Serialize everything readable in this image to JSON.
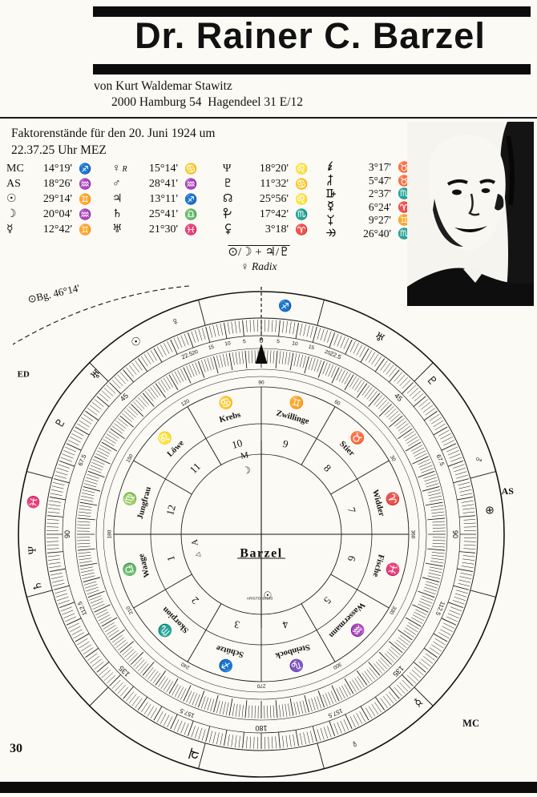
{
  "header": {
    "title": "Dr. Rainer C. Barzel",
    "byline": "von Kurt Waldemar Stawitz",
    "address": "2000 Hamburg 54  Hagendeel 31 E/12"
  },
  "info": {
    "line1": "Faktorenstände für den 20. Juni 1924 um",
    "line2": "22.37.25 Uhr MEZ"
  },
  "factors": {
    "columns": [
      [
        {
          "label": "MC",
          "value": "14°19'",
          "sign": "♐"
        },
        {
          "label": "AS",
          "value": "18°26'",
          "sign": "♒"
        },
        {
          "label": "☉",
          "value": "29°14'",
          "sign": "♊"
        },
        {
          "label": "☽",
          "value": "20°04'",
          "sign": "♒"
        },
        {
          "label": "☿",
          "value": "12°42'",
          "sign": "♊"
        }
      ],
      [
        {
          "label": "♀",
          "suffix": "R",
          "value": "15°14'",
          "sign": "♋"
        },
        {
          "label": "♂",
          "value": "28°41'",
          "sign": "♒"
        },
        {
          "label": "♃",
          "value": "13°11'",
          "sign": "♐"
        },
        {
          "label": "♄",
          "value": "25°41'",
          "sign": "♎"
        },
        {
          "label": "♅",
          "value": "21°30'",
          "sign": "♓"
        }
      ],
      [
        {
          "label": "Ψ",
          "value": "18°20'",
          "sign": "♌"
        },
        {
          "label": "♇",
          "value": "11°32'",
          "sign": "♋"
        },
        {
          "label": "☊",
          "value": "25°56'",
          "sign": "♌"
        },
        {
          "glyph": "cupido",
          "name": "Cupido",
          "value": "17°42'",
          "sign": "♏"
        },
        {
          "glyph": "hades",
          "name": "Hades",
          "value": "3°18'",
          "sign": "♈"
        }
      ],
      [
        {
          "glyph": "zeus",
          "name": "Zeus",
          "value": "3°17'",
          "sign": "♉"
        },
        {
          "glyph": "kronos",
          "name": "Kronos",
          "value": "5°47'",
          "sign": "♉"
        },
        {
          "glyph": "apollon",
          "name": "Apollon",
          "value": "2°37'",
          "sign": "♏"
        },
        {
          "glyph": "admetos",
          "name": "Admetos",
          "value": "6°24'",
          "sign": "♈"
        },
        {
          "glyph": "vulkanus",
          "name": "Vulkanus",
          "value": "9°27'",
          "sign": "♊"
        },
        {
          "glyph": "poseidon",
          "name": "Poseidon",
          "value": "26°40'",
          "sign": "♏"
        }
      ]
    ]
  },
  "annotations": {
    "formula": "⊙/☽ + ♃/♇",
    "radix_glyph": "♀",
    "radix_label": "Radix",
    "solar_arc": "⊙Bg. 46°14'"
  },
  "wheel": {
    "center_label": "Barzel",
    "maker_label": "ARISTO 30183",
    "signs": [
      {
        "name": "Krebs",
        "glyph": "♋",
        "a": 345
      },
      {
        "name": "Zwillinge",
        "glyph": "♊",
        "a": 15
      },
      {
        "name": "Stier",
        "glyph": "♉",
        "a": 45
      },
      {
        "name": "Widder",
        "glyph": "♈",
        "a": 75
      },
      {
        "name": "Fische",
        "glyph": "♓",
        "a": 105
      },
      {
        "name": "Wassermann",
        "glyph": "♒",
        "a": 135
      },
      {
        "name": "Steinbock",
        "glyph": "♑",
        "a": 165
      },
      {
        "name": "Schütze",
        "glyph": "♐",
        "a": 195
      },
      {
        "name": "Skorpion",
        "glyph": "♏",
        "a": 225
      },
      {
        "name": "Waage",
        "glyph": "♎",
        "a": 255
      },
      {
        "name": "Jungfrau",
        "glyph": "♍",
        "a": 285
      },
      {
        "name": "Löwe",
        "glyph": "♌",
        "a": 315
      }
    ],
    "houses": [
      {
        "t": "10",
        "a": 345
      },
      {
        "t": "9",
        "a": 15
      },
      {
        "t": "8",
        "a": 45
      },
      {
        "t": "7",
        "a": 75
      },
      {
        "t": "6",
        "a": 105
      },
      {
        "t": "5",
        "a": 135
      },
      {
        "t": "4",
        "a": 165
      },
      {
        "t": "3",
        "a": 195
      },
      {
        "t": "2",
        "a": 225
      },
      {
        "t": "1",
        "a": 255
      },
      {
        "t": "12",
        "a": 285
      },
      {
        "t": "11",
        "a": 315
      }
    ],
    "inner_marks": [
      {
        "t": "M",
        "a": 348,
        "r": 101,
        "s": 11
      },
      {
        "t": "☽",
        "a": 347,
        "r": 82,
        "s": 12
      },
      {
        "t": "A",
        "a": 263,
        "r": 84,
        "s": 11
      },
      {
        "t": "△",
        "a": 252,
        "r": 84,
        "s": 8
      },
      {
        "t": "☉",
        "a": 174,
        "r": 76,
        "s": 12
      }
    ],
    "outer_glyphs": [
      {
        "g": "♐",
        "a": 6
      },
      {
        "g": "♅",
        "a": 31
      },
      {
        "g": "♇",
        "a": 48
      },
      {
        "g": "♂",
        "a": 71
      },
      {
        "g": "⊕",
        "a": 84
      },
      {
        "g": "☿",
        "a": 137
      },
      {
        "g": "♀",
        "a": 156
      },
      {
        "g": "♃",
        "a": 197,
        "s": 19
      },
      {
        "g": "♄",
        "a": 257
      },
      {
        "g": "Ψ",
        "a": 266
      },
      {
        "g": "♓",
        "a": 278
      },
      {
        "g": "♇",
        "a": 299
      },
      {
        "g": "♅",
        "a": 314
      },
      {
        "g": "☉",
        "a": 327
      },
      {
        "g": "♀",
        "a": 338
      }
    ],
    "labels_outside": [
      {
        "t": "ED",
        "a": 304,
        "r": 358,
        "s": 11
      },
      {
        "t": "AS",
        "a": 80,
        "r": 312,
        "s": 12
      },
      {
        "t": "MC",
        "a": 132,
        "r": 352,
        "s": 12.5
      }
    ],
    "scale_labels_mid": [
      {
        "t": "0",
        "a": 0,
        "s": 9
      },
      {
        "t": "5",
        "a": 5,
        "s": 6.5
      },
      {
        "t": "10",
        "a": 10,
        "s": 6.5
      },
      {
        "t": "15",
        "a": 15,
        "s": 6.5
      },
      {
        "t": "20",
        "a": 20,
        "s": 6.5
      },
      {
        "t": "22.5",
        "a": 22.5,
        "s": 7.5
      },
      {
        "t": "45",
        "a": 45,
        "s": 9
      },
      {
        "t": "67.5",
        "a": 67.5,
        "s": 7.5
      },
      {
        "t": "90",
        "a": 90,
        "s": 9
      },
      {
        "t": "112.5",
        "a": 112.5,
        "s": 7.5
      },
      {
        "t": "135",
        "a": 135,
        "s": 9
      },
      {
        "t": "157.5",
        "a": 157.5,
        "s": 7.5
      },
      {
        "t": "180",
        "a": 180,
        "s": 9
      },
      {
        "t": "157.5",
        "a": 202.5,
        "s": 7.5
      },
      {
        "t": "135",
        "a": 225,
        "s": 9
      },
      {
        "t": "112.5",
        "a": 247.5,
        "s": 7.5
      },
      {
        "t": "90",
        "a": 270,
        "s": 9
      },
      {
        "t": "67.5",
        "a": 292.5,
        "s": 7.5
      },
      {
        "t": "45",
        "a": 315,
        "s": 9
      },
      {
        "t": "22.5",
        "a": 337.5,
        "s": 7.5
      },
      {
        "t": "20",
        "a": 340,
        "s": 6.5
      },
      {
        "t": "15",
        "a": 345,
        "s": 6.5
      },
      {
        "t": "10",
        "a": 350,
        "s": 6.5
      },
      {
        "t": "5",
        "a": 355,
        "s": 6.5
      }
    ],
    "scale_labels_inner": [
      {
        "t": "90",
        "a": 0
      },
      {
        "t": "60",
        "a": 30
      },
      {
        "t": "30",
        "a": 60
      },
      {
        "t": "360",
        "a": 90
      },
      {
        "t": "330",
        "a": 120
      },
      {
        "t": "300",
        "a": 150
      },
      {
        "t": "270",
        "a": 180
      },
      {
        "t": "240",
        "a": 210
      },
      {
        "t": "210",
        "a": 240
      },
      {
        "t": "180",
        "a": 270
      },
      {
        "t": "150",
        "a": 300
      },
      {
        "t": "120",
        "a": 330
      }
    ]
  },
  "footer": {
    "page_number": "30"
  }
}
